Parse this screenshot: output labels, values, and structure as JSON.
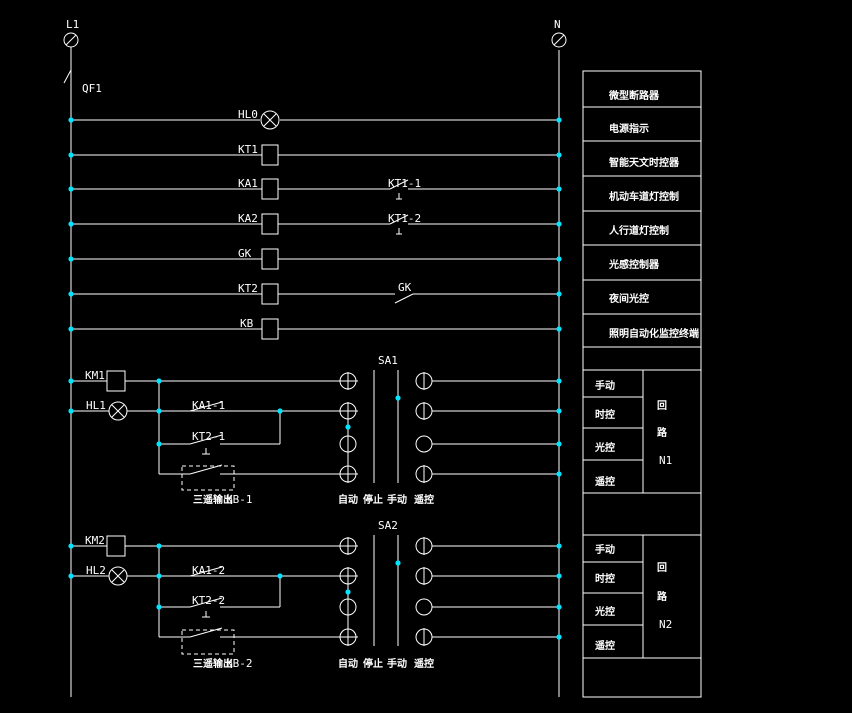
{
  "bus": {
    "left": "L1",
    "right": "N",
    "breaker": "QF1"
  },
  "rows": {
    "hl0": "HL0",
    "kt1": "KT1",
    "ka1": "KA1",
    "ka2": "KA2",
    "gk": "GK",
    "kt2": "KT2",
    "kb": "KB",
    "kt1_1": "KT1-1",
    "kt1_2": "KT1-2",
    "gk_contact": "GK"
  },
  "circuit1": {
    "km": "KM1",
    "hl": "HL1",
    "ka": "KA1-1",
    "kt": "KT2-1",
    "kb_label": "三遥输出",
    "kb": "KB-1",
    "sa": "SA1",
    "positions": [
      "自动",
      "停止",
      "手动",
      "遥控"
    ]
  },
  "circuit2": {
    "km": "KM2",
    "hl": "HL2",
    "ka": "KA1-2",
    "kt": "KT2-2",
    "kb_label": "三遥输出",
    "kb": "KB-2",
    "sa": "SA2",
    "positions": [
      "自动",
      "停止",
      "手动",
      "遥控"
    ]
  },
  "table": {
    "rows": [
      "微型断路器",
      "电源指示",
      "智能天文时控器",
      "机动车道灯控制",
      "人行道灯控制",
      "光感控制器",
      "夜间光控",
      "照明自动化监控终端"
    ],
    "group1": {
      "modes": [
        "手动",
        "时控",
        "光控",
        "遥控"
      ],
      "name": [
        "回",
        "路",
        "N1"
      ]
    },
    "group2": {
      "modes": [
        "手动",
        "时控",
        "光控",
        "遥控"
      ],
      "name": [
        "回",
        "路",
        "N2"
      ]
    }
  },
  "colors": {
    "line": "#ffffff",
    "node": "#00e5ff",
    "background": "#000000"
  }
}
